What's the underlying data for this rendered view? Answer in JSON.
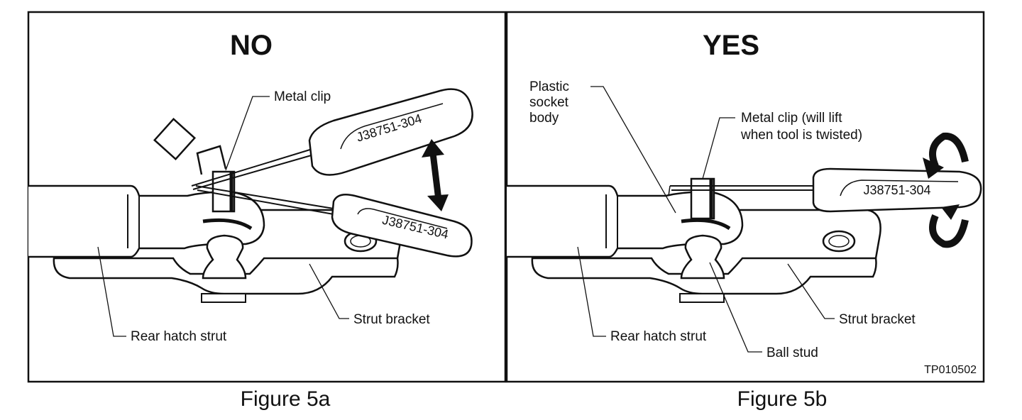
{
  "panel_a": {
    "heading": "NO",
    "labels": {
      "metal_clip": "Metal clip",
      "strut_bracket": "Strut bracket",
      "rear_hatch_strut": "Rear hatch strut"
    },
    "tool_text_1": "J38751-304",
    "tool_text_2": "J38751-304",
    "caption": "Figure 5a"
  },
  "panel_b": {
    "heading": "YES",
    "labels": {
      "plastic_socket_line1": "Plastic",
      "plastic_socket_line2": "socket",
      "plastic_socket_line3": "body",
      "metal_clip_line1": "Metal clip (will lift",
      "metal_clip_line2": "when tool is twisted)",
      "strut_bracket": "Strut bracket",
      "rear_hatch_strut": "Rear hatch strut",
      "ball_stud": "Ball stud"
    },
    "tool_text": "J38751-304",
    "figure_code": "TP010502",
    "caption": "Figure 5b"
  }
}
